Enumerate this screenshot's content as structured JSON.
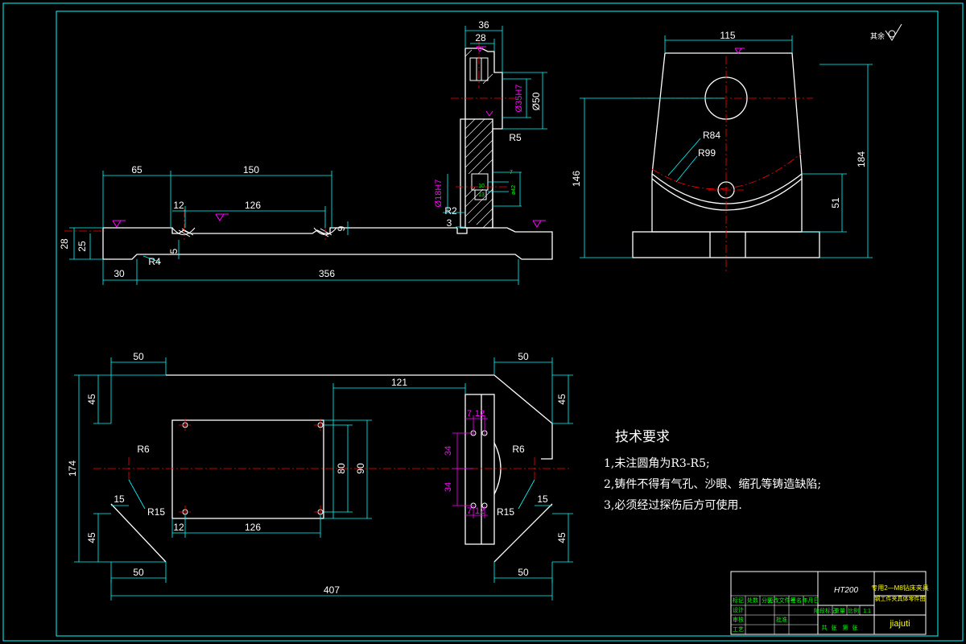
{
  "colors": {
    "background": "#000000",
    "border": "#00ffff",
    "outline": "#ffffff",
    "dimension": "#00ffff",
    "centerline": "#ff0000",
    "annotation": "#ff00ff",
    "titleblock_text": "#00ff00",
    "titleblock_title": "#ffff00"
  },
  "front_view": {
    "dims": {
      "d65": "65",
      "d150": "150",
      "d12": "12",
      "d126": "126",
      "d28": "28",
      "d25": "25",
      "d9": "9",
      "d5": "5",
      "d30": "30",
      "d356": "356",
      "r4": "R4"
    }
  },
  "side_section": {
    "dims": {
      "d36": "36",
      "d28": "28",
      "phi35": "Ø35H7",
      "phi50": "Ø50",
      "r5": "R5",
      "phi18": "Ø18H7",
      "r2": "R2",
      "d3": "3",
      "d7": "7",
      "d10": "10",
      "d13": "13",
      "phi42": "ø42"
    }
  },
  "right_view": {
    "dims": {
      "d115": "115",
      "r84": "R84",
      "r99": "R99",
      "d146": "146",
      "d184": "184",
      "d51": "51"
    },
    "roughness_note": "其余"
  },
  "plan_view": {
    "dims": {
      "d50_tl": "50",
      "d50_tr": "50",
      "d50_bl": "50",
      "d50_br": "50",
      "d45_tl": "45",
      "d45_tr": "45",
      "d45_bl": "45",
      "d45_br": "45",
      "d174": "174",
      "d121": "121",
      "d80a": "80",
      "d90": "90",
      "d12": "12",
      "d126": "126",
      "d15_l": "15",
      "d15_r": "15",
      "r6_l": "R6",
      "r6_r": "R6",
      "r15_l": "R15",
      "r15_r": "R15",
      "d7": "7",
      "d12b": "12",
      "d34a": "34",
      "d34b": "34",
      "d7b": "7",
      "d12c": "12",
      "d407": "407"
    }
  },
  "tech_requirements": {
    "title": "技术要求",
    "items": [
      "1,未注圆角为R3-R5;",
      "2,铸件不得有气孔、沙眼、缩孔等铸造缺陷;",
      "3,必须经过探伤后方可使用."
    ]
  },
  "title_block": {
    "material": "HT200",
    "drawing_name_line1": "专用2—M8钻床夹具",
    "drawing_name_line2": "钢工件夹具体零件图",
    "signature": "jiajuti",
    "scale": "1:1",
    "labels": [
      "标记",
      "处数",
      "分区",
      "更改文件号",
      "签名",
      "年月日",
      "设计",
      "审核",
      "工艺",
      "阶段标记",
      "重量",
      "比例",
      "共",
      "张",
      "第",
      "张",
      "批准"
    ]
  }
}
